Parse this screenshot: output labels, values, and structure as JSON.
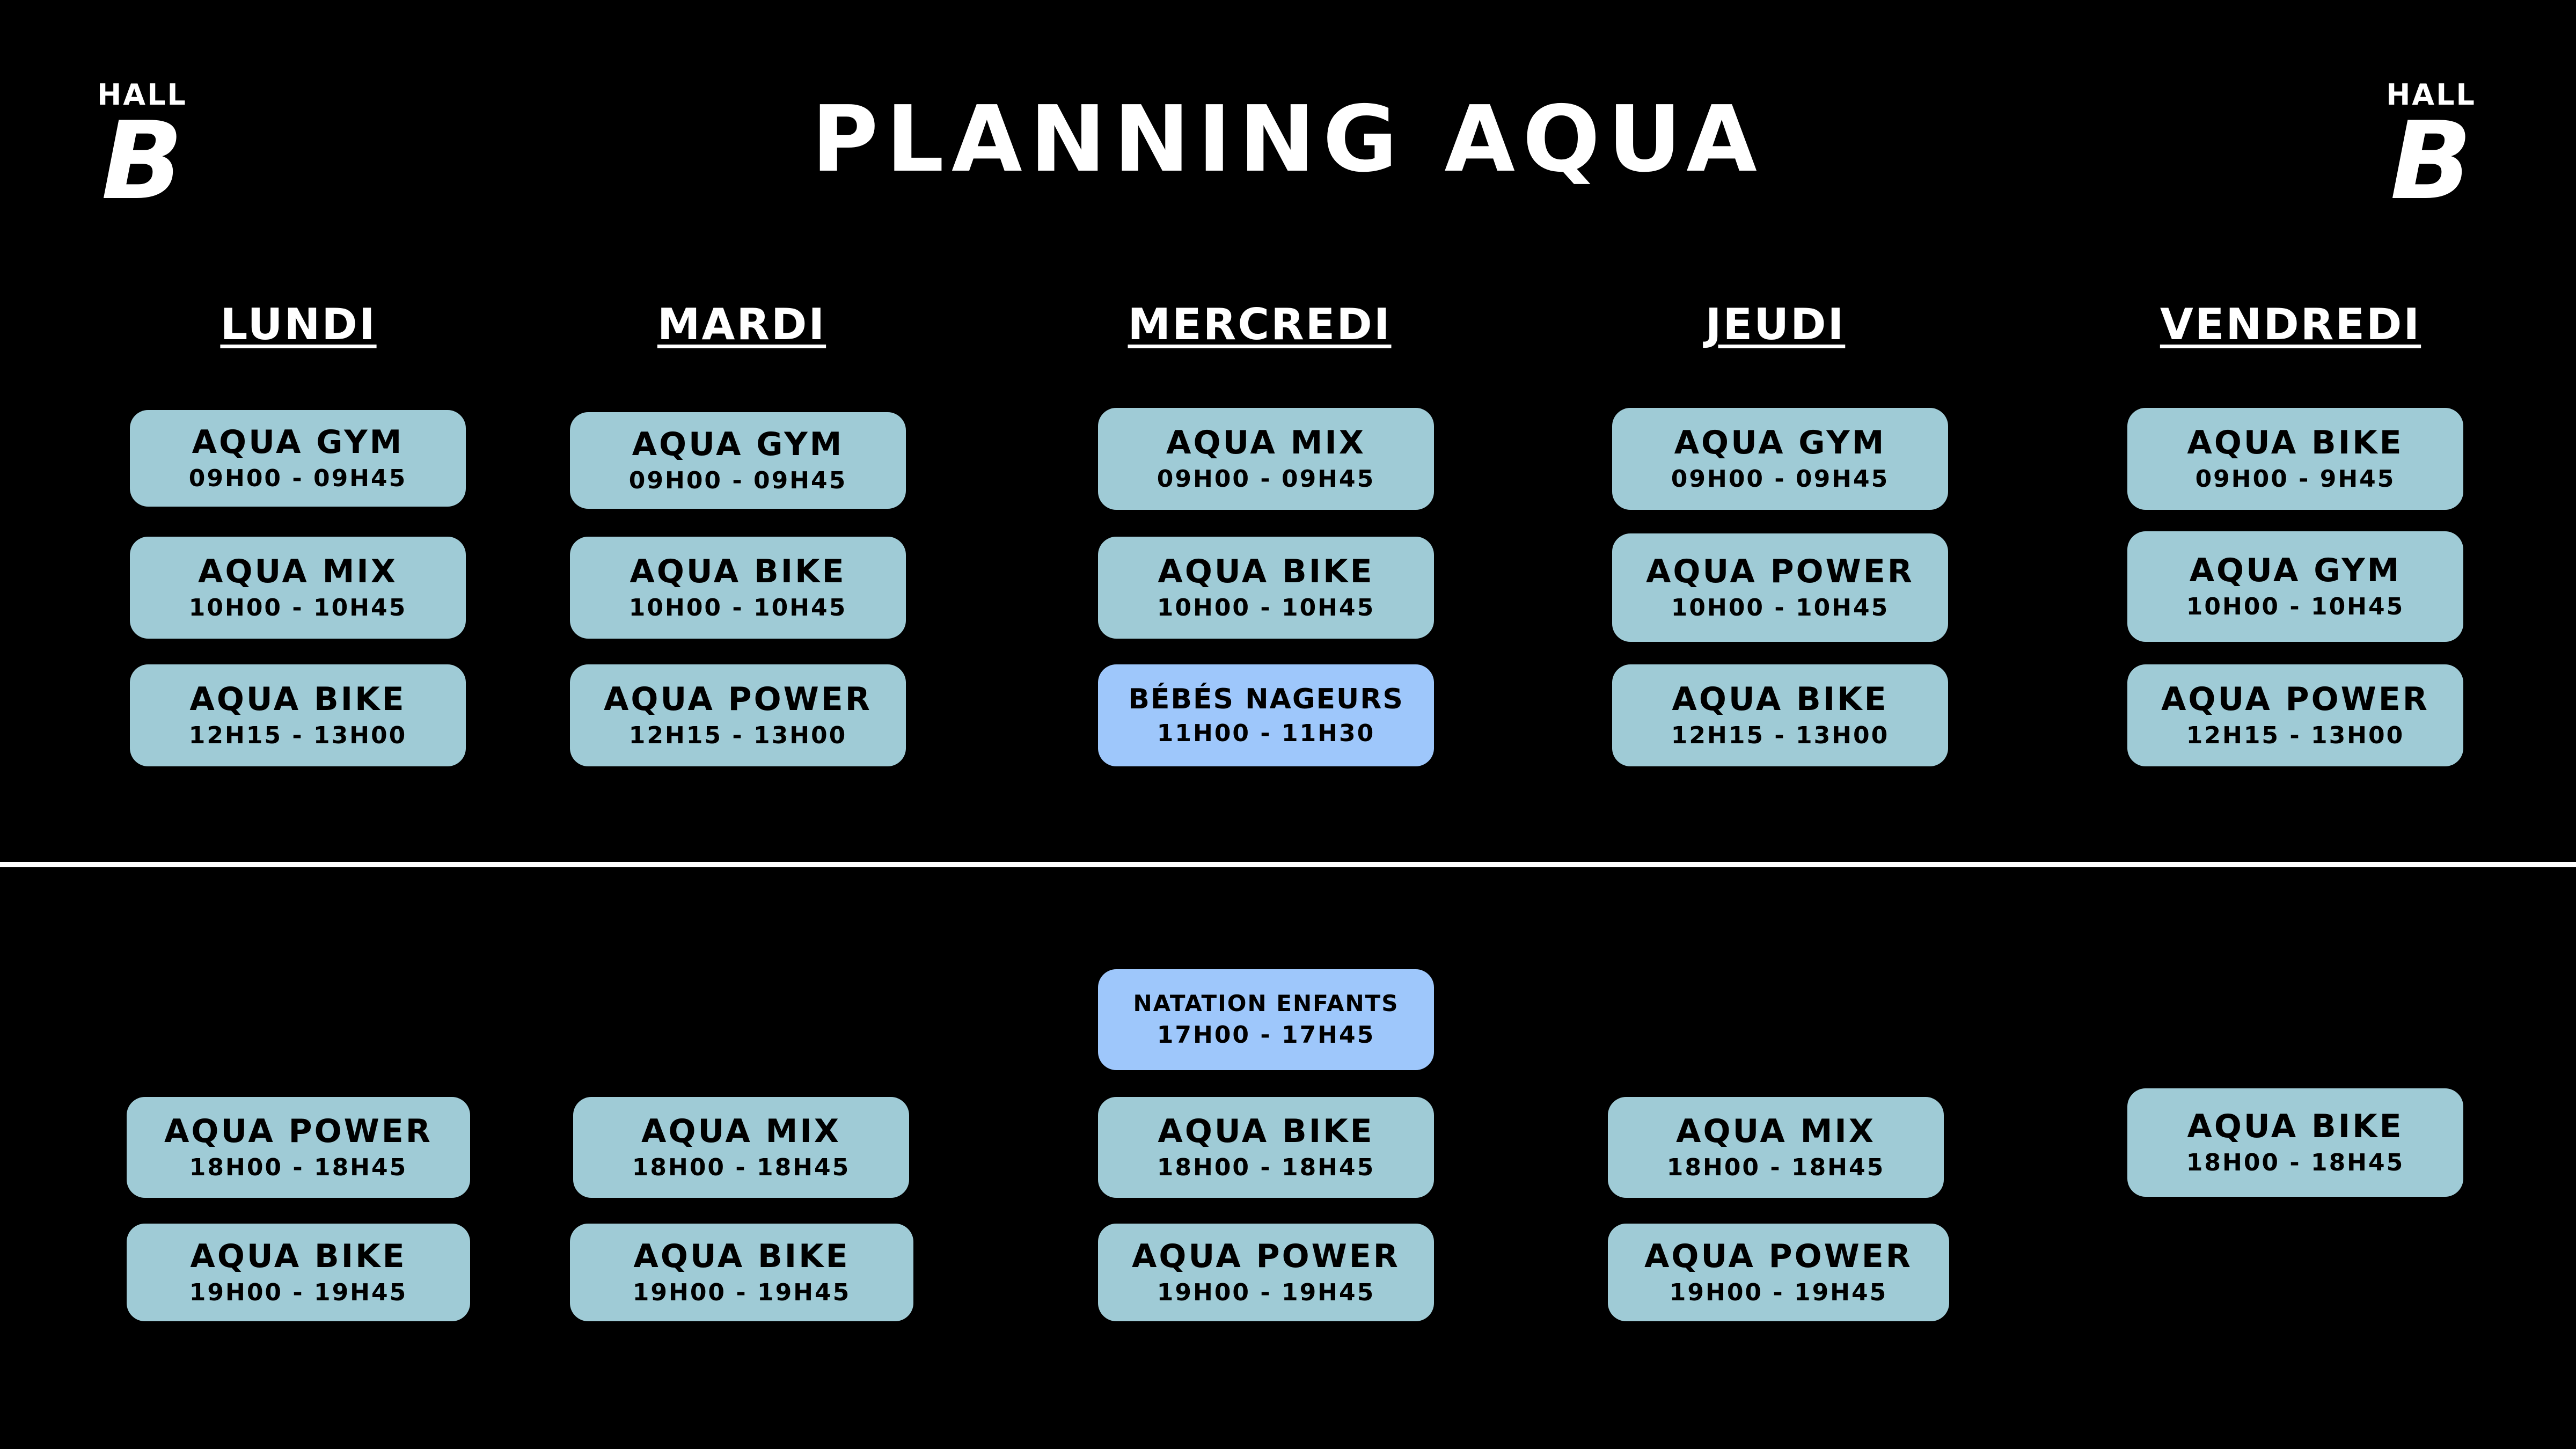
{
  "logo": {
    "hall": "HALL",
    "letter": "B"
  },
  "title": "PLANNING AQUA",
  "days": [
    "LUNDI",
    "MARDI",
    "MERCREDI",
    "JEUDI",
    "VENDREDI"
  ],
  "morning": {
    "lundi": [
      {
        "name": "AQUA GYM",
        "time": "09H00 - 09H45"
      },
      {
        "name": "AQUA MIX",
        "time": "10H00 - 10H45"
      },
      {
        "name": "AQUA BIKE",
        "time": "12H15 - 13H00"
      }
    ],
    "mardi": [
      {
        "name": "AQUA GYM",
        "time": "09H00 - 09H45"
      },
      {
        "name": "AQUA BIKE",
        "time": "10H00 - 10H45"
      },
      {
        "name": "AQUA POWER",
        "time": "12H15 - 13H00"
      }
    ],
    "mercredi": [
      {
        "name": "AQUA MIX",
        "time": "09H00 - 09H45"
      },
      {
        "name": "AQUA BIKE",
        "time": "10H00 - 10H45"
      },
      {
        "name": "BÉBÉS NAGEURS",
        "time": "11H00 - 11H30"
      }
    ],
    "jeudi": [
      {
        "name": "AQUA GYM",
        "time": "09H00 - 09H45"
      },
      {
        "name": "AQUA POWER",
        "time": "10H00 - 10H45"
      },
      {
        "name": "AQUA BIKE",
        "time": "12H15 - 13H00"
      }
    ],
    "vendredi": [
      {
        "name": "AQUA BIKE",
        "time": "09H00 - 9H45"
      },
      {
        "name": "AQUA GYM",
        "time": "10H00 - 10H45"
      },
      {
        "name": "AQUA POWER",
        "time": "12H15 - 13H00"
      }
    ]
  },
  "evening": {
    "lundi": [
      {
        "name": "AQUA POWER",
        "time": "18H00 - 18H45"
      },
      {
        "name": "AQUA BIKE",
        "time": "19H00 - 19H45"
      }
    ],
    "mardi": [
      {
        "name": "AQUA MIX",
        "time": "18H00 - 18H45"
      },
      {
        "name": "AQUA BIKE",
        "time": "19H00 - 19H45"
      }
    ],
    "mercredi": [
      {
        "name": "NATATION ENFANTS",
        "time": "17H00 - 17H45"
      },
      {
        "name": "AQUA BIKE",
        "time": "18H00 - 18H45"
      },
      {
        "name": "AQUA POWER",
        "time": "19H00 - 19H45"
      }
    ],
    "jeudi": [
      {
        "name": "AQUA MIX",
        "time": "18H00 - 18H45"
      },
      {
        "name": "AQUA POWER",
        "time": "19H00 - 19H45"
      }
    ],
    "vendredi": [
      {
        "name": "AQUA BIKE",
        "time": "18H00 - 18H45"
      }
    ]
  },
  "colors": {
    "background": "#000000",
    "card": "#9fcbd6",
    "kids_card": "#9ec7fb",
    "text": "#ffffff"
  }
}
